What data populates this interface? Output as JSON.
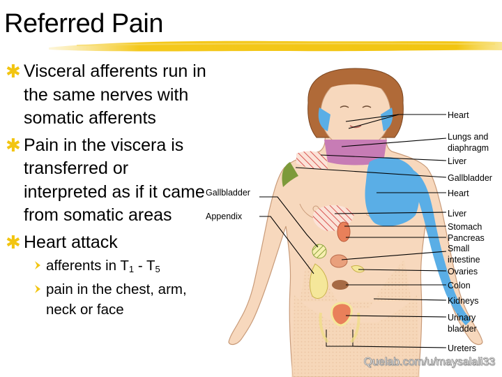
{
  "slide": {
    "title": "Referred Pain",
    "bullets": [
      "Visceral afferents run in the same nerves with somatic afferents",
      "Pain in the viscera is transferred or interpreted as if it came from somatic areas",
      "Heart attack"
    ],
    "sub_bullets": {
      "afferents_prefix": "afferents in T",
      "sub_a": "1",
      "dash": " - T",
      "sub_b": "5",
      "pain": "pain in the chest, arm, neck or face"
    }
  },
  "figure": {
    "right_labels": {
      "heart1": "Heart",
      "lungs1": "Lungs and",
      "lungs2": "diaphragm",
      "liver1": "Liver",
      "gallbladder": "Gallbladder",
      "heart2": "Heart",
      "liver2": "Liver",
      "stomach": "Stomach",
      "pancreas": "Pancreas",
      "small1": "Small",
      "small2": "intestine",
      "ovaries": "Ovaries",
      "colon": "Colon",
      "kidneys": "Kidneys",
      "urinary1": "Urinary",
      "urinary2": "bladder",
      "ureters": "Ureters"
    },
    "left_labels": {
      "gallbladder": "Gallbladder",
      "appendix": "Appendix"
    }
  },
  "watermark": "Quelab.com/u/maysalali33",
  "colors": {
    "bullet_star": "#f2c511",
    "skin": "#f7d8bd",
    "hair": "#b06a38",
    "heart_blue": "#5aaee6",
    "neck_purple": "#c77cb5",
    "gallbladder_green": "#7d9a3a",
    "hatch_red": "#d9534f"
  }
}
